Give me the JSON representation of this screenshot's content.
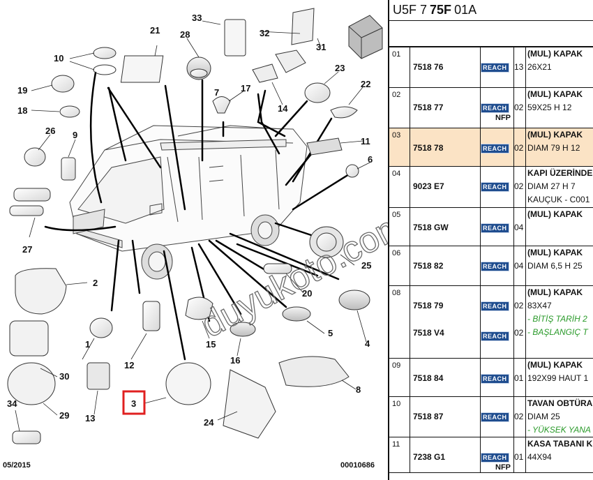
{
  "header": {
    "prefix": "U5F 7",
    "code": "75F",
    "suffix": "01A"
  },
  "diagram": {
    "callouts": [
      "1",
      "2",
      "3",
      "4",
      "5",
      "6",
      "7",
      "8",
      "9",
      "10",
      "11",
      "12",
      "13",
      "14",
      "15",
      "16",
      "17",
      "18",
      "19",
      "20",
      "21",
      "22",
      "23",
      "24",
      "25",
      "26",
      "27",
      "28",
      "29",
      "30",
      "31",
      "32",
      "33",
      "34"
    ],
    "highlighted_callout": "3",
    "date": "05/2015",
    "reference": "00010686",
    "watermark": "duyukoto.com"
  },
  "reach_label": "REACH",
  "rows": [
    {
      "index": "01",
      "ref": "7518 76",
      "qty": "13",
      "title": "(MUL) KAPAK",
      "desc": [
        "26X21"
      ],
      "nfp": "",
      "selected": false
    },
    {
      "index": "02",
      "ref": "7518 77",
      "qty": "02",
      "title": "(MUL) KAPAK",
      "desc": [
        "59X25 H 12"
      ],
      "nfp": "NFP",
      "selected": false
    },
    {
      "index": "03",
      "ref": "7518 78",
      "qty": "02",
      "title": "(MUL) KAPAK",
      "desc": [
        "DIAM 79 H 12"
      ],
      "nfp": "",
      "selected": true
    },
    {
      "index": "04",
      "ref": "9023 E7",
      "qty": "02",
      "title": "KAPI ÜZERİNDE",
      "desc": [
        "DIAM 27 H 7",
        "KAUÇUK - C001"
      ],
      "nfp": "",
      "selected": false
    },
    {
      "index": "05",
      "ref": "7518 GW",
      "qty": "04",
      "title": "(MUL) KAPAK",
      "desc": [],
      "nfp": "",
      "selected": false
    },
    {
      "index": "06",
      "ref": "7518 82",
      "qty": "04",
      "title": "(MUL) KAPAK",
      "desc": [
        "DIAM 6,5 H 25"
      ],
      "nfp": "",
      "selected": false
    },
    {
      "index": "08",
      "ref": "7518 79",
      "qty": "02",
      "title": "(MUL) KAPAK",
      "desc": [
        "83X47",
        "- BİTİŞ TARİH 2"
      ],
      "ref2": "7518 V4",
      "qty2": "02",
      "desc2": "- BAŞLANGIÇ T",
      "nfp": "",
      "selected": false
    },
    {
      "index": "09",
      "ref": "7518 84",
      "qty": "01",
      "title": "(MUL) KAPAK",
      "desc": [
        "192X99 HAUT 1"
      ],
      "nfp": "",
      "selected": false
    },
    {
      "index": "10",
      "ref": "7518 87",
      "qty": "02",
      "title": "TAVAN OBTÜRA",
      "desc": [
        "DIAM 25",
        "- YÜKSEK YANA"
      ],
      "nfp": "",
      "selected": false
    },
    {
      "index": "11",
      "ref": "7238 G1",
      "qty": "01",
      "title": "KASA TABANI K",
      "desc": [
        "44X94"
      ],
      "nfp": "NFP",
      "selected": false
    }
  ],
  "colors": {
    "reach_bg": "#1f4d8f",
    "selected_row": "#fbe3c5",
    "highlight_box": "#e02020",
    "green_note": "#2a9a2a"
  }
}
